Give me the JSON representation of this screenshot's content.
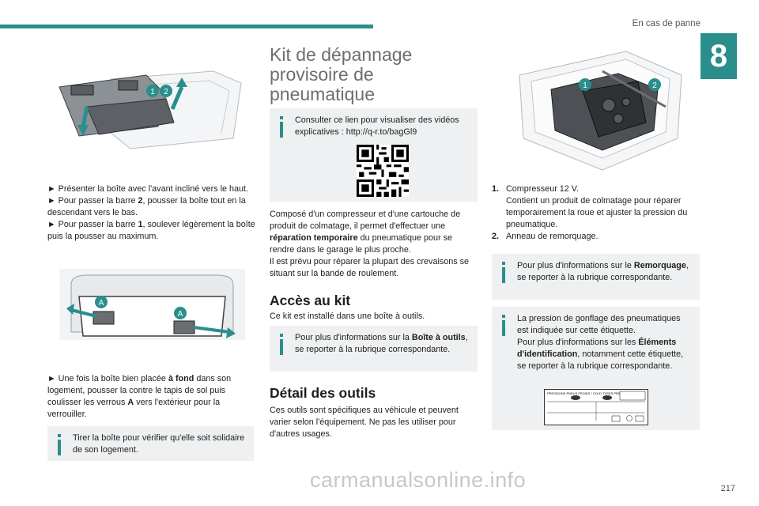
{
  "header": {
    "section": "En cas de panne",
    "chapter": "8"
  },
  "col1": {
    "step_text_1": "► Présenter la boîte avec l'avant incliné vers le haut.",
    "step_text_2_pre": "► Pour passer la barre ",
    "step_text_2_bold": "2",
    "step_text_2_post": ", pousser la boîte tout en la descendant vers le bas.",
    "step_text_3_pre": "► Pour passer la barre ",
    "step_text_3_bold": "1",
    "step_text_3_post": ", soulever légèrement la boîte puis la pousser au maximum.",
    "step_text_4_pre": "► Une fois la boîte bien placée ",
    "step_text_4_bold": "à fond",
    "step_text_4_mid": " dans son logement, pousser la contre le tapis de sol puis coulisser les verrous ",
    "step_text_4_bold2": "A",
    "step_text_4_post": " vers l'extérieur pour la verrouiller.",
    "tip": "Tirer la boîte pour vérifier qu'elle soit solidaire de son logement.",
    "fig1_badges": [
      "1",
      "2"
    ],
    "fig2_badges": [
      "A",
      "A"
    ]
  },
  "col2": {
    "title": "Kit de dépannage provisoire de pneumatique",
    "tip_qr": "Consulter ce lien pour visualiser des vidéos explicatives : http://q-r.to/bagGl9",
    "para_pre": "Composé d'un compresseur et d'une cartouche de produit de colmatage, il permet d'effectuer une ",
    "para_bold": "réparation temporaire",
    "para_post": " du pneumatique pour se rendre dans le garage le plus proche.",
    "para2": "Il est prévu pour réparer la plupart des crevaisons se situant sur la bande de roulement.",
    "h_access": "Accès au kit",
    "access_text": "Ce kit est installé dans une boîte à outils.",
    "tip_box_pre": "Pour plus d'informations sur la ",
    "tip_box_bold": "Boîte à outils",
    "tip_box_post": ", se reporter à la rubrique correspondante.",
    "h_detail": "Détail des outils",
    "detail_text": "Ces outils sont spécifiques au véhicule et peuvent varier selon l'équipement. Ne pas les utiliser pour d'autres usages."
  },
  "col3": {
    "fig_badges": [
      "1",
      "2"
    ],
    "item1_num": "1.",
    "item1_title": "Compresseur 12 V.",
    "item1_desc": "Contient un produit de colmatage pour réparer temporairement la roue et ajuster la pression du pneumatique.",
    "item2_num": "2.",
    "item2_title": "Anneau de remorquage.",
    "tip1_pre": "Pour plus d'informations sur le ",
    "tip1_bold": "Remorquage",
    "tip1_post": ", se reporter à la rubrique correspondante.",
    "tip2_line1": "La pression de gonflage des pneumatiques est indiquée sur cette étiquette.",
    "tip2_pre": "Pour plus d'informations sur les ",
    "tip2_bold": "Éléments d'identification",
    "tip2_post": ", notamment cette étiquette, se reporter à la rubrique correspondante.",
    "label_caption": "PRESSIONS PNEUS FROIDS / COLD TYRES PRESSURES"
  },
  "footer": {
    "page_number": "217",
    "watermark": "carmanualsonline.info"
  },
  "colors": {
    "accent": "#2a8f8c",
    "tip_bg": "#eef0f1",
    "title_grey": "#6b6f72"
  }
}
